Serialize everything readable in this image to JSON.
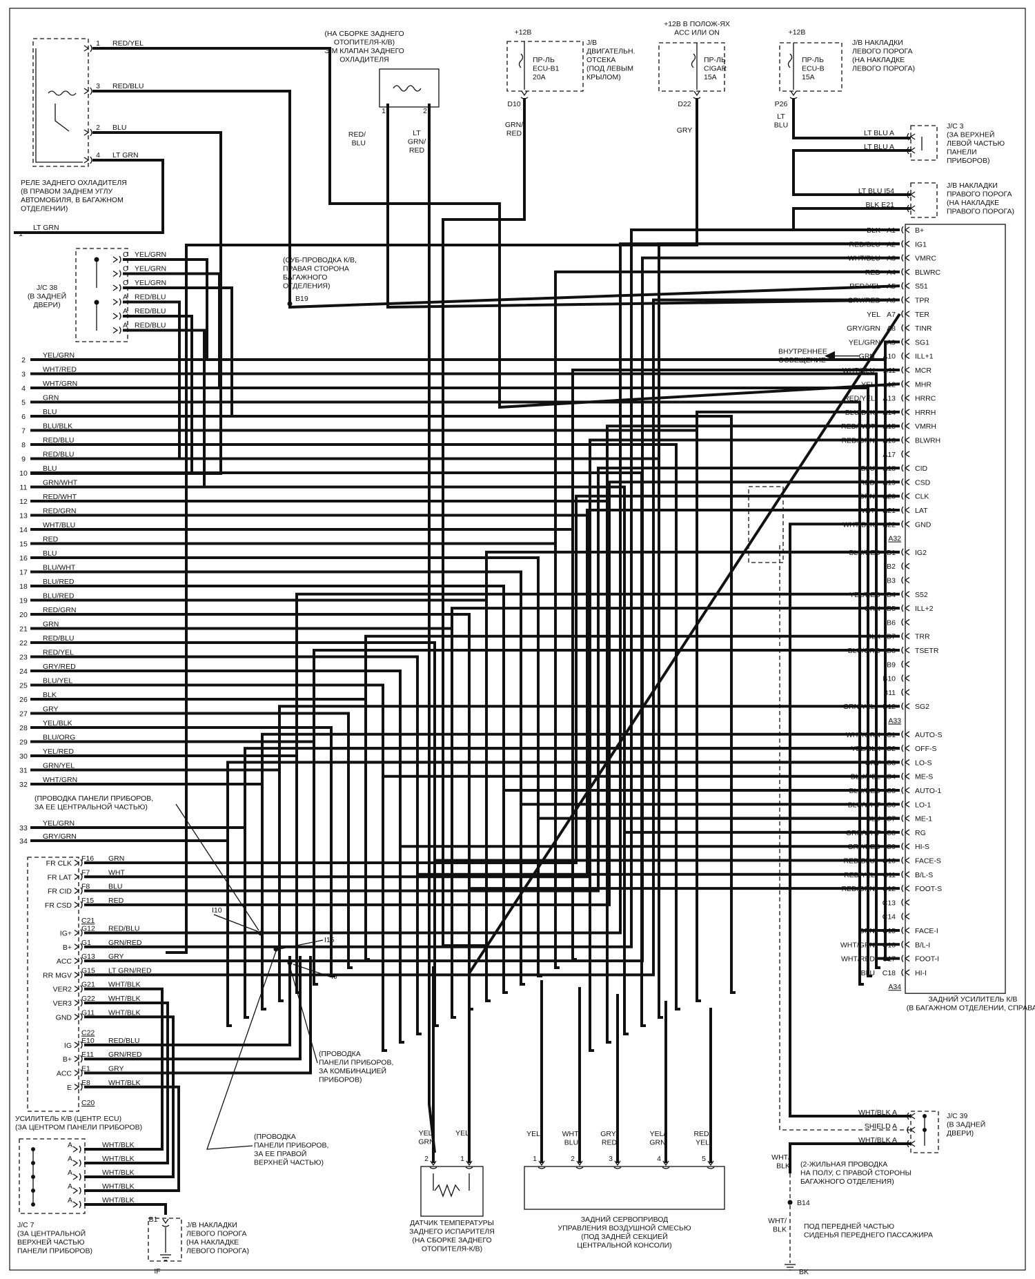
{
  "relay": {
    "pins": [
      {
        "pin": "1",
        "color": "RED/YEL"
      },
      {
        "pin": "3",
        "color": "RED/BLU"
      },
      {
        "pin": "2",
        "color": "BLU"
      },
      {
        "pin": "4",
        "color": "LT GRN"
      }
    ],
    "caption": [
      "РЕЛЕ ЗАДНЕГО ОХЛАДИТЕЛЯ",
      "(В ПРАВОМ ЗАДНЕМ УГЛУ",
      "АВТОМОБИЛЯ, В БАГАЖНОМ",
      "ОТДЕЛЕНИИ)"
    ]
  },
  "ltgrn_line": {
    "num": "1",
    "color": "LT GRN"
  },
  "rear_valve": {
    "caption": [
      "(НА СБОРКЕ ЗАДНЕГО",
      "ОТОПИТЕЛЯ-К/В)",
      "Э/М КЛАПАН ЗАДНЕГО",
      "ОХЛАДИТЕЛЯ"
    ],
    "pin1": "1",
    "pin2": "2",
    "wire1": [
      "RED/",
      "BLU"
    ],
    "wire2": [
      "LT",
      "GRN/",
      "RED"
    ]
  },
  "jb_engine": {
    "supply": "+12В",
    "fuse": [
      "ПР-ЛЬ",
      "ECU-B1",
      "20A"
    ],
    "caption": [
      "J/B",
      "ДВИГАТЕЛЬН.",
      "ОТСЕКА",
      "(ПОД ЛЕВЫМ",
      "КРЫЛОМ)"
    ],
    "conn": "D10",
    "wire": [
      "GRN/",
      "RED"
    ]
  },
  "jb_cigar": {
    "supply": [
      "+12В В ПОЛОЖ-ЯХ",
      "ACC ИЛИ ON"
    ],
    "fuse": [
      "ПР-ЛЬ",
      "CIGAR",
      "15A"
    ],
    "conn": "D22",
    "wire": [
      "GRY"
    ]
  },
  "jb_left_sill": {
    "supply": "+12В",
    "fuse": [
      "ПР-ЛЬ",
      "ECU-B",
      "15A"
    ],
    "caption": [
      "J/B НАКЛАДКИ",
      "ЛЕВОГО ПОРОГА",
      "(НА НАКЛАДКЕ",
      "ЛЕВОГО ПОРОГА)"
    ],
    "conn": "P26",
    "wire": [
      "LT",
      "BLU"
    ]
  },
  "jc3": {
    "rows": [
      {
        "color": "LT BLU",
        "pin": "A"
      },
      {
        "color": "LT BLU",
        "pin": "A"
      }
    ],
    "caption": [
      "J/C 3",
      "(ЗА ВЕРХНЕЙ",
      "ЛЕВОЙ ЧАСТЬЮ",
      "ПАНЕЛИ",
      "ПРИБОРОВ)"
    ]
  },
  "jb_right_sill": {
    "rows": [
      {
        "color": "LT BLU",
        "pin": "I54"
      },
      {
        "color": "BLK",
        "pin": "E21"
      }
    ],
    "caption": [
      "J/B НАКЛАДКИ",
      "ПРАВОГО ПОРОГА",
      "(НА НАКЛАДКЕ",
      "ПРАВОГО ПОРОГА)"
    ]
  },
  "jc38": {
    "rows": [
      {
        "pin": "C",
        "color": "YEL/GRN"
      },
      {
        "pin": "C",
        "color": "YEL/GRN"
      },
      {
        "pin": "C",
        "color": "YEL/GRN"
      },
      {
        "pin": "A",
        "color": "RED/BLU"
      },
      {
        "pin": "A",
        "color": "RED/BLU"
      },
      {
        "pin": "A",
        "color": "RED/BLU"
      }
    ],
    "caption": [
      "J/C 38",
      "(В ЗАДНЕЙ",
      "ДВЕРИ)"
    ]
  },
  "sub_harness": {
    "caption": [
      "(СУБ-ПРОВОДКА К/В,",
      "ПРАВАЯ СТОРОНА",
      "БАГАЖНОГО",
      "ОТДЕЛЕНИЯ)"
    ],
    "conn": "B19"
  },
  "left_wires": [
    {
      "num": "2",
      "color": "YEL/GRN"
    },
    {
      "num": "3",
      "color": "WHT/RED"
    },
    {
      "num": "4",
      "color": "WHT/GRN"
    },
    {
      "num": "5",
      "color": "GRN"
    },
    {
      "num": "6",
      "color": "BLU"
    },
    {
      "num": "7",
      "color": "BLU/BLK"
    },
    {
      "num": "8",
      "color": "RED/BLU"
    },
    {
      "num": "9",
      "color": "RED/BLU"
    },
    {
      "num": "10",
      "color": "BLU"
    },
    {
      "num": "11",
      "color": "GRN/WHT"
    },
    {
      "num": "12",
      "color": "RED/WHT"
    },
    {
      "num": "13",
      "color": "RED/GRN"
    },
    {
      "num": "14",
      "color": "WHT/BLU"
    },
    {
      "num": "15",
      "color": "RED"
    },
    {
      "num": "16",
      "color": "BLU"
    },
    {
      "num": "17",
      "color": "BLU/WHT"
    },
    {
      "num": "18",
      "color": "BLU/RED"
    },
    {
      "num": "19",
      "color": "BLU/RED"
    },
    {
      "num": "20",
      "color": "RED/GRN"
    },
    {
      "num": "21",
      "color": "GRN"
    },
    {
      "num": "22",
      "color": "RED/BLU"
    },
    {
      "num": "23",
      "color": "RED/YEL"
    },
    {
      "num": "24",
      "color": "GRY/RED"
    },
    {
      "num": "25",
      "color": "BLU/YEL"
    },
    {
      "num": "26",
      "color": "BLK"
    },
    {
      "num": "27",
      "color": "GRY"
    },
    {
      "num": "28",
      "color": "YEL/BLK"
    },
    {
      "num": "29",
      "color": "BLU/ORG"
    },
    {
      "num": "30",
      "color": "YEL/RED"
    },
    {
      "num": "31",
      "color": "GRN/YEL"
    },
    {
      "num": "32",
      "color": "WHT/GRN"
    },
    {
      "num": "33",
      "color": "YEL/GRN"
    },
    {
      "num": "34",
      "color": "GRY/GRN"
    }
  ],
  "amp": {
    "caption": [
      "ЗАДНИЙ УСИЛИТЕЛЬ К/В",
      "(В БАГАЖНОМ ОТДЕЛЕНИИ, СПРАВА)"
    ],
    "interior_light": [
      "ВНУТРЕННЕЕ",
      "ОСВЕЩЕНИЕ"
    ],
    "rows": [
      {
        "color": "BLK",
        "pin": "A1",
        "term": "B+"
      },
      {
        "color": "RED/BLU",
        "pin": "A2",
        "term": "IG1"
      },
      {
        "color": "WHT/BLU",
        "pin": "A3",
        "term": "VMRC"
      },
      {
        "color": "RED",
        "pin": "A4",
        "term": "BLWRC"
      },
      {
        "color": "RED/YEL",
        "pin": "A5",
        "term": "S51"
      },
      {
        "color": "GRY/RED",
        "pin": "A6",
        "term": "TPR"
      },
      {
        "color": "YEL",
        "pin": "A7",
        "term": "TER"
      },
      {
        "color": "GRY/GRN",
        "pin": "A8",
        "term": "TINR"
      },
      {
        "color": "YEL/GRN",
        "pin": "A9",
        "term": "SG1"
      },
      {
        "color": "GRN",
        "pin": "A10",
        "term": "ILL+1"
      },
      {
        "color": "WHT/BLU",
        "pin": "A11",
        "term": "MCR"
      },
      {
        "color": "YEL",
        "pin": "A12",
        "term": "MHR"
      },
      {
        "color": "RED/YEL",
        "pin": "A13",
        "term": "HRRC"
      },
      {
        "color": "BLU/BLK",
        "pin": "A14",
        "term": "HRRH"
      },
      {
        "color": "RED/WHT",
        "pin": "A15",
        "term": "VMRH"
      },
      {
        "color": "RED/GRN",
        "pin": "A16",
        "term": "BLWRH"
      },
      {
        "color": "",
        "pin": "A17",
        "term": ""
      },
      {
        "color": "BLU",
        "pin": "A18",
        "term": "CID"
      },
      {
        "color": "RED",
        "pin": "A19",
        "term": "CSD"
      },
      {
        "color": "GRN",
        "pin": "A20",
        "term": "CLK"
      },
      {
        "color": "WHT",
        "pin": "A21",
        "term": "LAT"
      },
      {
        "color": "WHT/BLK",
        "pin": "A22",
        "term": "GND"
      },
      {
        "color": "",
        "pin": "A32",
        "term": ""
      },
      {
        "color": "BLU/RED",
        "pin": "B1",
        "term": "IG2"
      },
      {
        "color": "",
        "pin": "B2",
        "term": ""
      },
      {
        "color": "",
        "pin": "B3",
        "term": ""
      },
      {
        "color": "YEL/RED",
        "pin": "B4",
        "term": "S52"
      },
      {
        "color": "GRN",
        "pin": "B5",
        "term": "ILL+2"
      },
      {
        "color": "",
        "pin": "B6",
        "term": ""
      },
      {
        "color": "BLK",
        "pin": "B7",
        "term": "TRR"
      },
      {
        "color": "BLU/ORG",
        "pin": "B8",
        "term": "TSETR"
      },
      {
        "color": "",
        "pin": "B9",
        "term": ""
      },
      {
        "color": "",
        "pin": "B10",
        "term": ""
      },
      {
        "color": "",
        "pin": "B11",
        "term": ""
      },
      {
        "color": "GRN/YEL",
        "pin": "B12",
        "term": "SG2"
      },
      {
        "color": "",
        "pin": "A33",
        "term": ""
      },
      {
        "color": "WHT/GRN",
        "pin": "C1",
        "term": "AUTO-S"
      },
      {
        "color": "YEL/BLK",
        "pin": "C2",
        "term": "OFF-S"
      },
      {
        "color": "GRY",
        "pin": "C3",
        "term": "LO-S"
      },
      {
        "color": "BLU/YEL",
        "pin": "C4",
        "term": "ME-S"
      },
      {
        "color": "BLU/RED",
        "pin": "C5",
        "term": "AUTO-1"
      },
      {
        "color": "BLU/WHT",
        "pin": "C6",
        "term": "LO-1"
      },
      {
        "color": "BLU",
        "pin": "C7",
        "term": "ME-1"
      },
      {
        "color": "GRN/WHT",
        "pin": "C8",
        "term": "RG"
      },
      {
        "color": "GRY/RED",
        "pin": "C9",
        "term": "HI-S"
      },
      {
        "color": "RED/BLU",
        "pin": "C10",
        "term": "FACE-S"
      },
      {
        "color": "RED/YEL",
        "pin": "C11",
        "term": "B/L-S"
      },
      {
        "color": "RED/GRN",
        "pin": "C12",
        "term": "FOOT-S"
      },
      {
        "color": "",
        "pin": "C13",
        "term": ""
      },
      {
        "color": "",
        "pin": "C14",
        "term": ""
      },
      {
        "color": "GRN",
        "pin": "C15",
        "term": "FACE-I"
      },
      {
        "color": "WHT/GRN",
        "pin": "C16",
        "term": "B/L-I"
      },
      {
        "color": "WHT/RED",
        "pin": "C17",
        "term": "FOOT-I"
      },
      {
        "color": "BLU",
        "pin": "C18",
        "term": "HI-I"
      },
      {
        "color": "",
        "pin": "A34",
        "term": ""
      }
    ]
  },
  "ecu": {
    "caption": [
      "УСИЛИТЕЛЬ К/В (ЦЕНТР. ECU)",
      "(ЗА ЦЕНТРОМ ПАНЕЛИ ПРИБОРОВ)"
    ],
    "rows": [
      {
        "term": "FR CLK",
        "pin": "F16",
        "color": "GRN"
      },
      {
        "term": "FR LAT",
        "pin": "F7",
        "color": "WHT"
      },
      {
        "term": "FR CID",
        "pin": "F8",
        "color": "BLU"
      },
      {
        "term": "FR CSD",
        "pin": "F15",
        "color": "RED"
      },
      {
        "term": "",
        "pin": "C21",
        "color": ""
      },
      {
        "term": "IG+",
        "pin": "G12",
        "color": "RED/BLU"
      },
      {
        "term": "B+",
        "pin": "G1",
        "color": "GRN/RED"
      },
      {
        "term": "ACC",
        "pin": "G13",
        "color": "GRY"
      },
      {
        "term": "RR MGV",
        "pin": "G15",
        "color": "LT GRN/RED"
      },
      {
        "term": "VER2",
        "pin": "G21",
        "color": "WHT/BLK"
      },
      {
        "term": "VER3",
        "pin": "G22",
        "color": "WHT/BLK"
      },
      {
        "term": "GND",
        "pin": "G11",
        "color": "WHT/BLK"
      },
      {
        "term": "",
        "pin": "C22",
        "color": ""
      },
      {
        "term": "IG",
        "pin": "E10",
        "color": "RED/BLU"
      },
      {
        "term": "B+",
        "pin": "E11",
        "color": "GRN/RED"
      },
      {
        "term": "ACC",
        "pin": "E1",
        "color": "GRY"
      },
      {
        "term": "E",
        "pin": "E8",
        "color": "WHT/BLK"
      },
      {
        "term": "",
        "pin": "C20",
        "color": ""
      }
    ]
  },
  "notes": {
    "ip_center": [
      "(ПРОВОДКА ПАНЕЛИ ПРИБОРОВ,",
      "ЗА ЕЕ ЦЕНТРАЛЬНОЙ ЧАСТЬЮ)"
    ],
    "ip_cluster": [
      "(ПРОВОДКА",
      "ПАНЕЛИ ПРИБОРОВ,",
      "ЗА КОМБИНАЦИЕЙ",
      "ПРИБОРОВ)"
    ],
    "ip_right": [
      "(ПРОВОДКА",
      "ПАНЕЛИ ПРИБОРОВ,",
      "ЗА ЕЕ ПРАВОЙ",
      "ВЕРХНЕЙ ЧАСТЬЮ)"
    ],
    "splices": [
      "I10",
      "I15",
      "I6"
    ]
  },
  "jc7": {
    "rows": [
      {
        "pin": "A",
        "color": "WHT/BLK"
      },
      {
        "pin": "A",
        "color": "WHT/BLK"
      },
      {
        "pin": "A",
        "color": "WHT/BLK"
      },
      {
        "pin": "A",
        "color": "WHT/BLK"
      },
      {
        "pin": "A",
        "color": "WHT/BLK"
      }
    ],
    "caption": [
      "J/C 7",
      "(ЗА ЦЕНТРАЛЬНОЙ",
      "ВЕРХНЕЙ ЧАСТЬЮ",
      "ПАНЕЛИ ПРИБОРОВ)"
    ]
  },
  "jb_left_sill2": {
    "conn": "B1",
    "ground": "IF",
    "caption": [
      "J/B НАКЛАДКИ",
      "ЛЕВОГО ПОРОГА",
      "(НА НАКЛАДКЕ",
      "ЛЕВОГО ПОРОГА)"
    ]
  },
  "sensor": {
    "wires": [
      [
        "YEL/",
        "GRN"
      ],
      [
        "YEL"
      ]
    ],
    "pins": [
      "2",
      "1"
    ],
    "caption": [
      "ДАТЧИК ТЕМПЕРАТУРЫ",
      "ЗАДНЕГО ИСПАРИТЕЛЯ",
      "(НА СБОРКЕ ЗАДНЕГО",
      "ОТОПИТЕЛЯ-К/В)"
    ]
  },
  "servo": {
    "wires": [
      [
        "YEL"
      ],
      [
        "WHT/",
        "BLU"
      ],
      [
        "GRY/",
        "RED"
      ],
      [
        "YEL/",
        "GRN"
      ],
      [
        "RED/",
        "YEL"
      ]
    ],
    "pins": [
      "1",
      "2",
      "3",
      "4",
      "5"
    ],
    "caption": [
      "ЗАДНИЙ СЕРВОПРИВОД",
      "УПРАВЛЕНИЯ ВОЗДУШНОЙ СМЕСЬЮ",
      "(ПОД ЗАДНЕЙ СЕКЦИЕЙ",
      "ЦЕНТРАЛЬНОЙ КОНСОЛИ)"
    ]
  },
  "jc39": {
    "rows": [
      {
        "color": "WHT/BLK",
        "pin": "A"
      },
      {
        "color": "SHIELD",
        "pin": "A"
      },
      {
        "color": "WHT/BLK",
        "pin": "A"
      }
    ],
    "caption": [
      "J/C 39",
      "(В ЗАДНЕЙ",
      "ДВЕРИ)"
    ]
  },
  "floor": {
    "wire": [
      "WHT/",
      "BLK"
    ],
    "caption": [
      "(2-ЖИЛЬНАЯ ПРОВОДКА",
      "НА ПОЛУ, С ПРАВОЙ СТОРОНЫ",
      "БАГАЖНОГО ОТДЕЛЕНИЯ)"
    ],
    "conn": "B14",
    "wire2": [
      "WHT/",
      "BLK"
    ],
    "ground_caption": [
      "ПОД ПЕРЕДНЕЙ ЧАСТЬЮ",
      "СИДЕНЬЯ ПЕРЕДНЕГО ПАССАЖИРА"
    ],
    "ground": "BK"
  }
}
